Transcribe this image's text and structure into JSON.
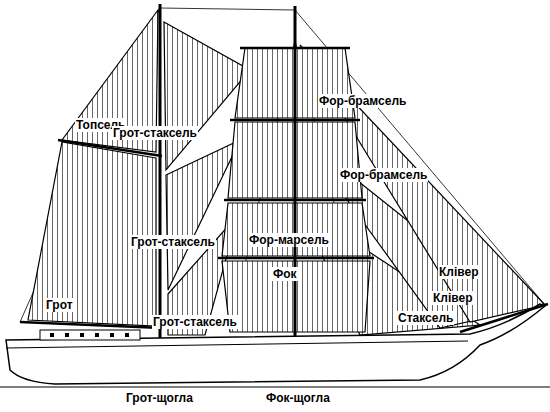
{
  "diagram": {
    "labels": [
      "Фор-брамсель",
      "Топсель",
      "Грот-стаксель",
      "Фор-брамсель",
      "Грот-стаксель",
      "Фор-марсель",
      "Клівер",
      "Фок",
      "Клівер",
      "Грот",
      "Грот-стаксель",
      "Стаксель",
      "Грот-щогла",
      "Фок-щогла"
    ]
  }
}
